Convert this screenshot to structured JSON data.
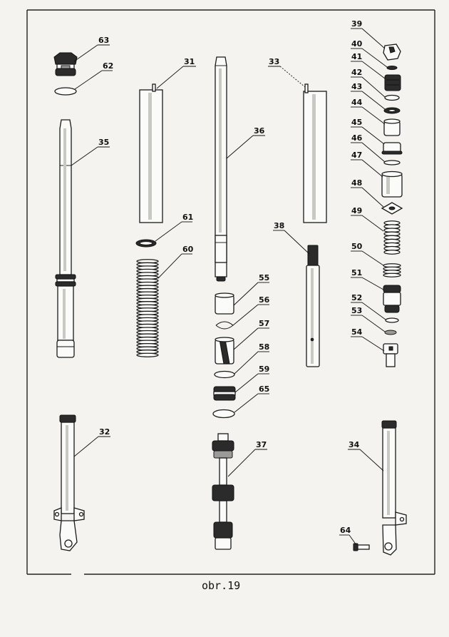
{
  "figure": {
    "caption": "obr.19"
  },
  "callouts": [
    {
      "id": "63",
      "text": "63"
    },
    {
      "id": "62",
      "text": "62"
    },
    {
      "id": "35",
      "text": "35"
    },
    {
      "id": "31",
      "text": "31"
    },
    {
      "id": "61",
      "text": "61"
    },
    {
      "id": "60",
      "text": "60"
    },
    {
      "id": "36",
      "text": "36"
    },
    {
      "id": "55",
      "text": "55"
    },
    {
      "id": "56",
      "text": "56"
    },
    {
      "id": "57",
      "text": "57"
    },
    {
      "id": "58",
      "text": "58"
    },
    {
      "id": "59",
      "text": "59"
    },
    {
      "id": "65",
      "text": "65"
    },
    {
      "id": "33",
      "text": "33"
    },
    {
      "id": "38",
      "text": "38"
    },
    {
      "id": "39",
      "text": "39"
    },
    {
      "id": "40",
      "text": "40"
    },
    {
      "id": "41",
      "text": "41"
    },
    {
      "id": "42",
      "text": "42"
    },
    {
      "id": "43",
      "text": "43"
    },
    {
      "id": "44",
      "text": "44"
    },
    {
      "id": "45",
      "text": "45"
    },
    {
      "id": "46",
      "text": "46"
    },
    {
      "id": "47",
      "text": "47"
    },
    {
      "id": "48",
      "text": "48"
    },
    {
      "id": "49",
      "text": "49"
    },
    {
      "id": "50",
      "text": "50"
    },
    {
      "id": "51",
      "text": "51"
    },
    {
      "id": "52",
      "text": "52"
    },
    {
      "id": "53",
      "text": "53"
    },
    {
      "id": "54",
      "text": "54"
    },
    {
      "id": "32",
      "text": "32"
    },
    {
      "id": "37",
      "text": "37"
    },
    {
      "id": "34",
      "text": "34"
    },
    {
      "id": "64",
      "text": "64"
    }
  ]
}
